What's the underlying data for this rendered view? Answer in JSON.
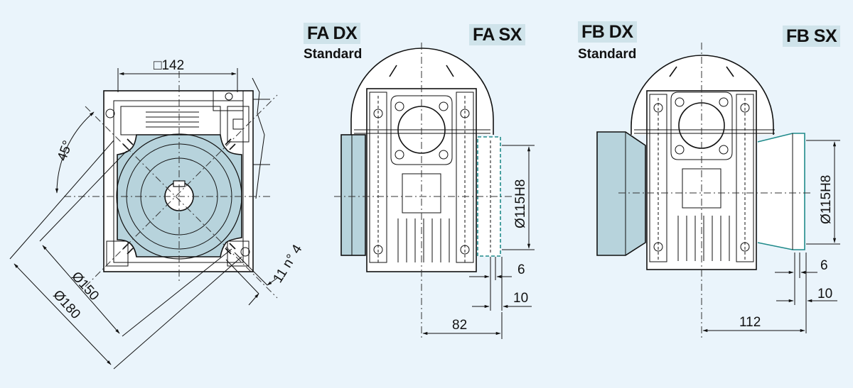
{
  "labels": {
    "fa_dx": "FA DX",
    "fa_sx": "FA SX",
    "fb_dx": "FB DX",
    "fb_sx": "FB SX",
    "standard_fa": "Standard",
    "standard_fb": "Standard"
  },
  "dimensions": {
    "square": "□142",
    "angle": "45°",
    "holes": "11 n° 4",
    "d150": "Ø150",
    "d180": "Ø180",
    "fa_spigot": "Ø115H8",
    "fa_6": "6",
    "fa_10": "10",
    "fa_82": "82",
    "fb_spigot": "Ø115H8",
    "fb_6": "6",
    "fb_10": "10",
    "fb_112": "112"
  },
  "colors": {
    "background": "#eaf4fb",
    "flange_fill": "#b7d3dc",
    "tag_fill": "#cfe3ea",
    "line": "#111111"
  }
}
